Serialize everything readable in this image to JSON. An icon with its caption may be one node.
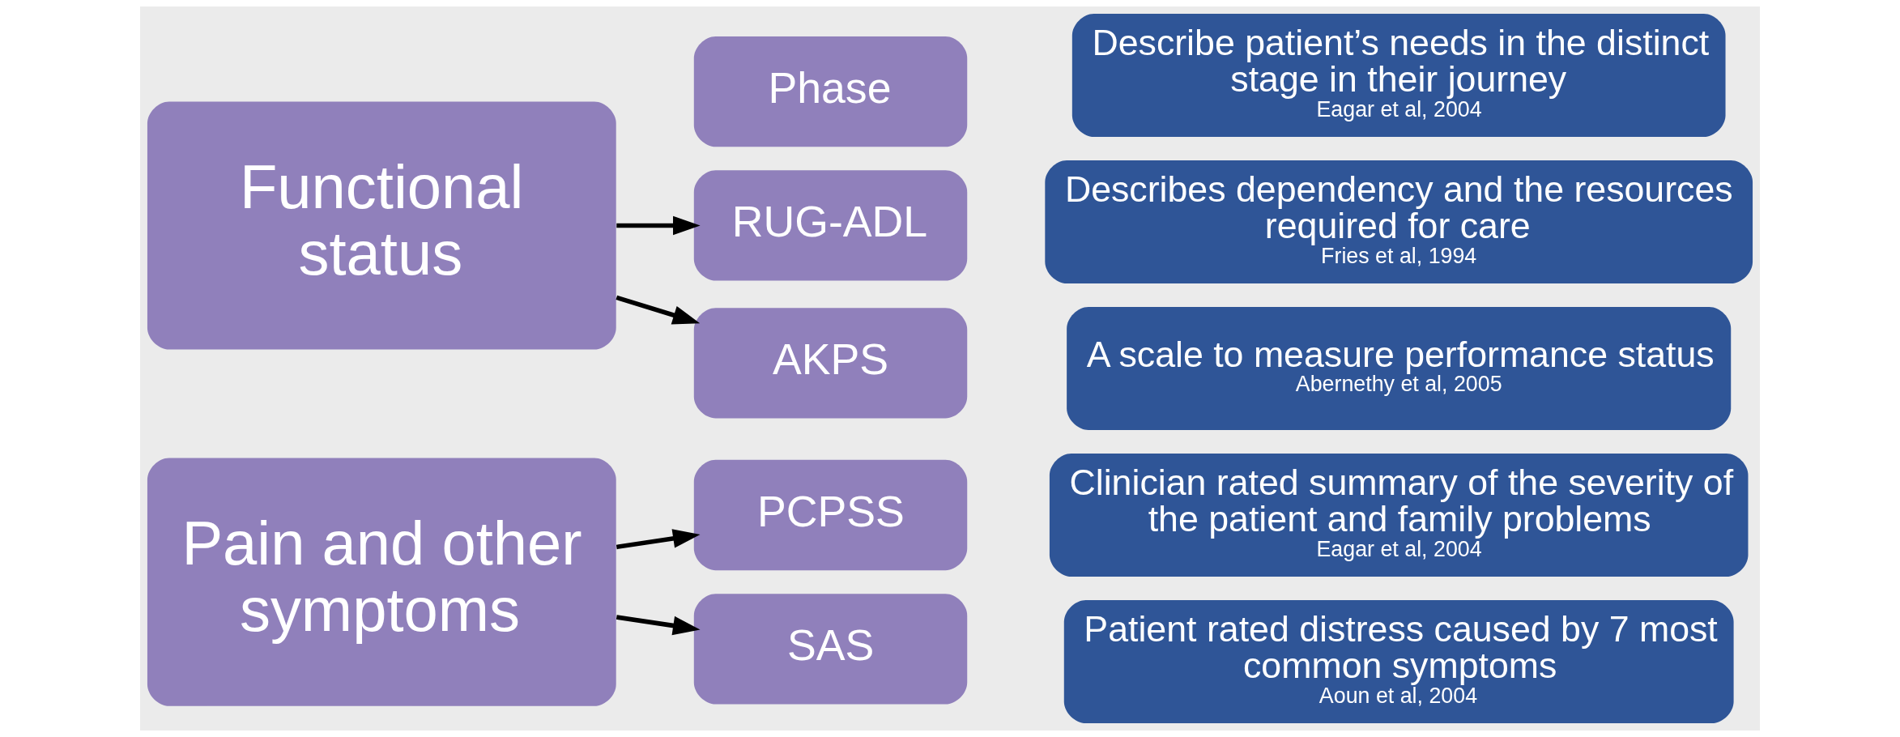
{
  "diagram": {
    "nodes": [
      {
        "text": [
          "Functional status"
        ]
      },
      {
        "text": [
          "Pain and other symptoms"
        ]
      },
      {
        "text": [
          "Phase"
        ]
      },
      {
        "text": [
          "RUG-ADL"
        ]
      },
      {
        "text": [
          "AKPS"
        ]
      },
      {
        "text": [
          "PCPSS"
        ]
      },
      {
        "text": [
          "SAS"
        ]
      },
      {
        "text": [
          "Describe patient’s needs in the distinct stage in their journey",
          "Eagar et al, 2004"
        ]
      },
      {
        "text": [
          "Describes dependency and the resources required for care",
          "Fries et al, 1994"
        ]
      },
      {
        "text": [
          "A scale to measure performance status",
          "Abernethy et al, 2005"
        ]
      },
      {
        "text": [
          "Clinician rated summary of the severity of the patient and family problems",
          "Eagar et al, 2004"
        ]
      },
      {
        "text": [
          "Patient rated distress caused by 7 most common symptoms",
          "Aoun et al, 2004"
        ]
      }
    ],
    "edges": [
      {
        "from": 0,
        "to": 3,
        "arrow": "to"
      },
      {
        "from": 0,
        "to": 4,
        "arrow": "to"
      },
      {
        "from": 1,
        "to": 5,
        "arrow": "to"
      },
      {
        "from": 1,
        "to": 6,
        "arrow": "to"
      }
    ]
  }
}
